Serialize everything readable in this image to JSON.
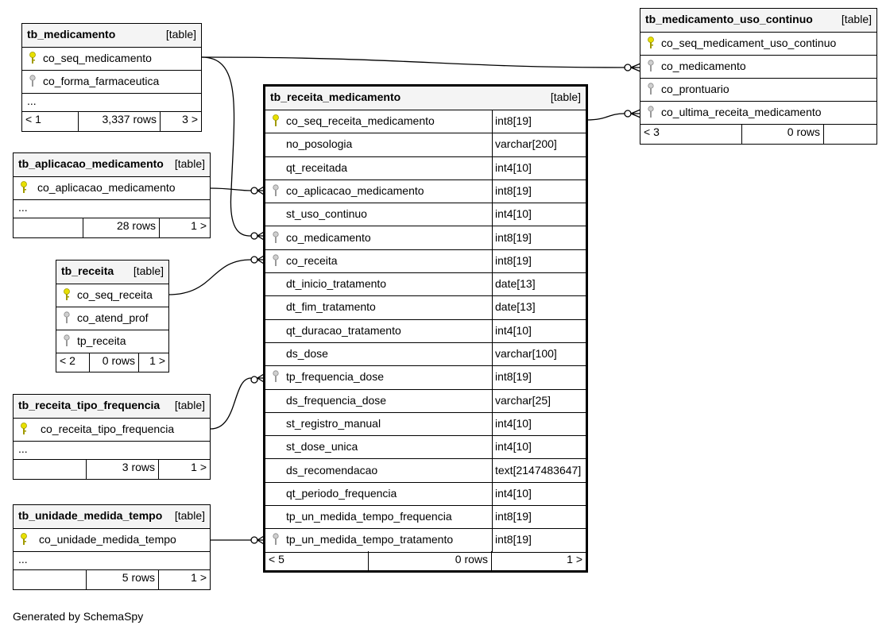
{
  "generated_by": "Generated by SchemaSpy",
  "colors": {
    "primary_key": "#e8e000",
    "foreign_key": "#a0a0a0",
    "header_bg": "#f4f4f4"
  },
  "tables": {
    "tb_medicamento": {
      "name": "tb_medicamento",
      "kind": "[table]",
      "columns": [
        "co_seq_medicamento",
        "co_forma_farmaceutica"
      ],
      "ellipsis": "...",
      "footer": [
        "< 1",
        "3,337 rows",
        "3 >"
      ]
    },
    "tb_aplicacao_medicamento": {
      "name": "tb_aplicacao_medicamento",
      "kind": "[table]",
      "columns": [
        "co_aplicacao_medicamento"
      ],
      "ellipsis": "...",
      "footer": [
        "",
        "28 rows",
        "1 >"
      ]
    },
    "tb_receita": {
      "name": "tb_receita",
      "kind": "[table]",
      "columns": [
        "co_seq_receita",
        "co_atend_prof",
        "tp_receita"
      ],
      "footer": [
        "< 2",
        "0 rows",
        "1 >"
      ]
    },
    "tb_receita_tipo_frequencia": {
      "name": "tb_receita_tipo_frequencia",
      "kind": "[table]",
      "columns": [
        "co_receita_tipo_frequencia"
      ],
      "ellipsis": "...",
      "footer": [
        "",
        "3 rows",
        "1 >"
      ]
    },
    "tb_unidade_medida_tempo": {
      "name": "tb_unidade_medida_tempo",
      "kind": "[table]",
      "columns": [
        "co_unidade_medida_tempo"
      ],
      "ellipsis": "...",
      "footer": [
        "",
        "5 rows",
        "1 >"
      ]
    },
    "tb_receita_medicamento": {
      "name": "tb_receita_medicamento",
      "kind": "[table]",
      "columns": [
        {
          "name": "co_seq_receita_medicamento",
          "type": "int8[19]"
        },
        {
          "name": "no_posologia",
          "type": "varchar[200]"
        },
        {
          "name": "qt_receitada",
          "type": "int4[10]"
        },
        {
          "name": "co_aplicacao_medicamento",
          "type": "int8[19]"
        },
        {
          "name": "st_uso_continuo",
          "type": "int4[10]"
        },
        {
          "name": "co_medicamento",
          "type": "int8[19]"
        },
        {
          "name": "co_receita",
          "type": "int8[19]"
        },
        {
          "name": "dt_inicio_tratamento",
          "type": "date[13]"
        },
        {
          "name": "dt_fim_tratamento",
          "type": "date[13]"
        },
        {
          "name": "qt_duracao_tratamento",
          "type": "int4[10]"
        },
        {
          "name": "ds_dose",
          "type": "varchar[100]"
        },
        {
          "name": "tp_frequencia_dose",
          "type": "int8[19]"
        },
        {
          "name": "ds_frequencia_dose",
          "type": "varchar[25]"
        },
        {
          "name": "st_registro_manual",
          "type": "int4[10]"
        },
        {
          "name": "st_dose_unica",
          "type": "int4[10]"
        },
        {
          "name": "ds_recomendacao",
          "type": "text[2147483647]"
        },
        {
          "name": "qt_periodo_frequencia",
          "type": "int4[10]"
        },
        {
          "name": "tp_un_medida_tempo_frequencia",
          "type": "int8[19]"
        },
        {
          "name": "tp_un_medida_tempo_tratamento",
          "type": "int8[19]"
        }
      ],
      "footer": [
        "< 5",
        "0 rows",
        "1 >"
      ]
    },
    "tb_medicamento_uso_continuo": {
      "name": "tb_medicamento_uso_continuo",
      "kind": "[table]",
      "columns": [
        "co_seq_medicament_uso_continuo",
        "co_medicamento",
        "co_prontuario",
        "co_ultima_receita_medicamento"
      ],
      "footer": [
        "< 3",
        "0 rows",
        ""
      ]
    }
  }
}
